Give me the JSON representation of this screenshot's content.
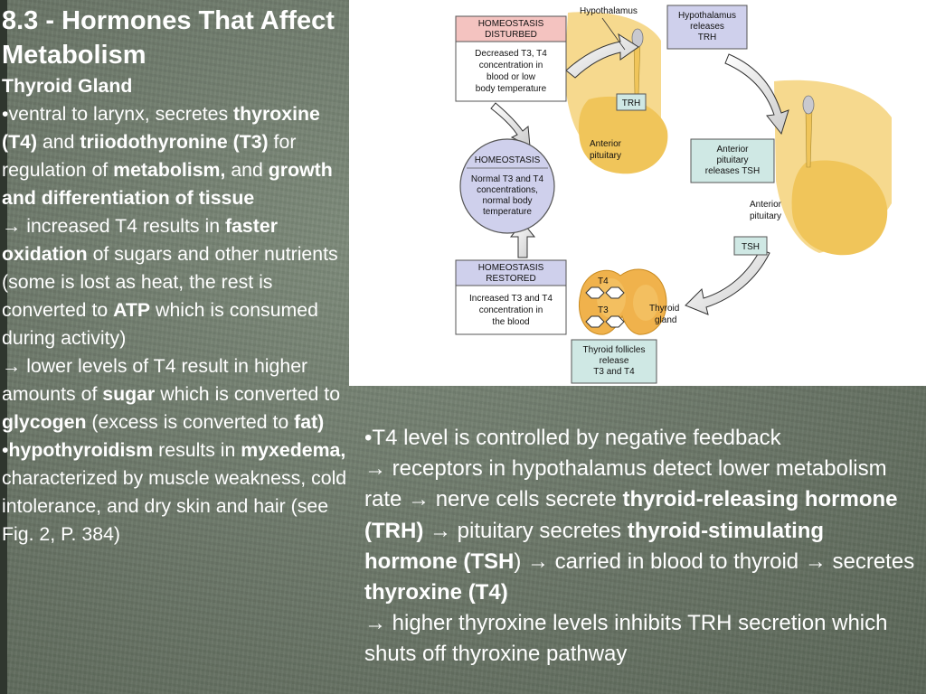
{
  "slide": {
    "title": "8.3 - Hormones That Affect Metabolism",
    "subtitle": "Thyroid Gland",
    "left": {
      "p1": {
        "a": "•ventral to larynx, secretes ",
        "b": "thyroxine (T4)",
        "c": " and ",
        "d": "triiodothyronine (T3)",
        "e": " for regulation of ",
        "f": "metabolism,",
        "g": " and ",
        "h": "growth and differentiation of tissue"
      },
      "p2": {
        "arrow": "→",
        "a": " increased T4 results in ",
        "b": "faster oxidation",
        "c": " of sugars and other nutrients (some is lost as heat, the rest is converted to ",
        "d": "ATP",
        "e": " which is consumed during activity)"
      },
      "p3": {
        "arrow": "→",
        "a": " lower levels of T4 result in higher amounts of ",
        "b": "sugar",
        "c": " which is converted to ",
        "d": "glycogen",
        "e": " (excess is converted to ",
        "f": "fat)"
      },
      "p4": {
        "a": "•",
        "b": "hypothyroidism",
        "c": " results in ",
        "d": "myxedema,",
        "e": " characterized by muscle weakness, cold intolerance, and dry skin and hair (see Fig. 2, P. 384)"
      }
    },
    "right": {
      "a": "•T4 level is controlled by negative feedback",
      "arrow": "→",
      "b": " receptors in hypothalamus detect lower metabolism rate ",
      "c": " nerve cells secrete ",
      "d": "thyroid-releasing hormone (TRH)",
      "e": " pituitary secretes ",
      "f": "thyroid-stimulating hormone (TSH",
      "g": ") ",
      "h": " carried in blood to thyroid ",
      "i": " secretes ",
      "j": "thyroxine (T4)",
      "k": " higher thyroxine levels inhibits TRH secretion which shuts off thyroxine pathway"
    }
  },
  "figure": {
    "hypothalamus": "Hypothalamus",
    "hypo_releases": [
      "Hypothalamus",
      "releases",
      "TRH"
    ],
    "disturbed_head": [
      "HOMEOSTASIS",
      "DISTURBED"
    ],
    "disturbed_body": [
      "Decreased T3, T4",
      "concentration in",
      "blood or low",
      "body temperature"
    ],
    "trh": "TRH",
    "anterior_pituitary_1": [
      "Anterior",
      "pituitary"
    ],
    "homeostasis_head": "HOMEOSTASIS",
    "homeostasis_body": [
      "Normal T3 and T4",
      "concentrations,",
      "normal body",
      "temperature"
    ],
    "pituitary_releases": [
      "Anterior",
      "pituitary",
      "releases TSH"
    ],
    "anterior_pituitary_2": [
      "Anterior",
      "pituitary"
    ],
    "tsh": "TSH",
    "restored_head": [
      "HOMEOSTASIS",
      "RESTORED"
    ],
    "restored_body": [
      "Increased T3 and T4",
      "concentration in",
      "the blood"
    ],
    "t4": "T4",
    "t3": "T3",
    "thyroid_gland": [
      "Thyroid",
      "gland"
    ],
    "follicles": [
      "Thyroid follicles",
      "release",
      "T3 and T4"
    ]
  },
  "colors": {
    "pink": "#f4c3c0",
    "purple": "#cfd0ec",
    "teal": "#cfe8e4",
    "tan": "#f6d98e",
    "gland": "#f0b24c"
  }
}
